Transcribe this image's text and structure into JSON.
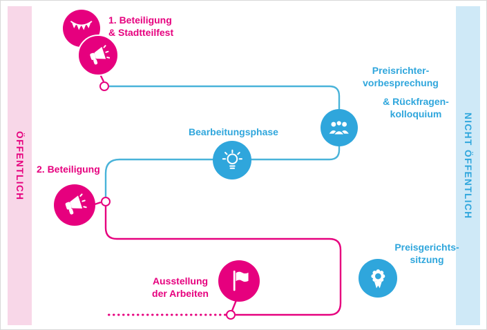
{
  "colors": {
    "pink": "#e6007e",
    "blue": "#2fa6dc",
    "line_blue": "#49b3d9",
    "pink_light": "#f8d7e8",
    "blue_light": "#cfe9f7"
  },
  "sidebars": {
    "left_label": "ÖFFENTLICH",
    "right_label": "NICHT ÖFFENTLICH"
  },
  "nodes": {
    "beteiligung1": {
      "lines": [
        "1. Beteiligung",
        "& Stadtteilfest"
      ],
      "icons": [
        "bunting-icon",
        "megaphone-icon"
      ]
    },
    "preisrichter": {
      "lines_block1": [
        "Preisrichter-",
        "vorbesprechung"
      ],
      "lines_block2": [
        "& Rückfragen-",
        "kolloquium"
      ],
      "icon": "jury-icon"
    },
    "bearbeitungsphase": {
      "label": "Bearbeitungsphase",
      "icon": "lightbulb-icon"
    },
    "beteiligung2": {
      "label": "2. Beteiligung",
      "icon": "megaphone-icon"
    },
    "preisgericht": {
      "lines": [
        "Preisgerichts-",
        "sitzung"
      ],
      "icon": "medal-icon"
    },
    "ausstellung": {
      "lines": [
        "Ausstellung",
        "der Arbeiten"
      ],
      "icon": "flag-icon"
    }
  }
}
